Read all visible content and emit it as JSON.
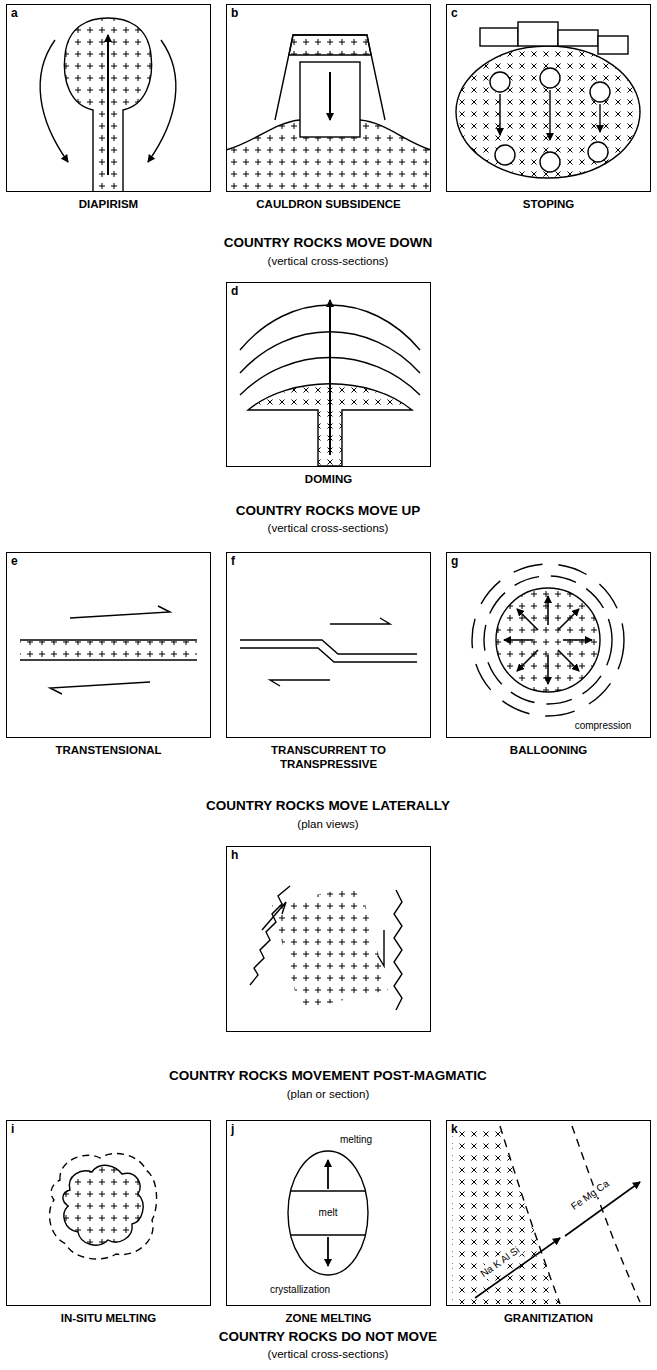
{
  "diagram": {
    "nodes": [
      {
        "text": [
          "a",
          "DIAPIRISM"
        ]
      },
      {
        "text": [
          "b",
          "CAULDRON SUBSIDENCE"
        ]
      },
      {
        "text": [
          "c",
          "STOPING"
        ]
      },
      {
        "text": [
          "d",
          "DOMING"
        ]
      },
      {
        "text": [
          "e",
          "TRANSTENSIONAL"
        ]
      },
      {
        "text": [
          "f",
          "TRANSCURRENT TO TRANSPRESSIVE"
        ]
      },
      {
        "text": [
          "g",
          "BALLOONING"
        ]
      },
      {
        "text": [
          "h"
        ]
      },
      {
        "text": [
          "i",
          "IN-SITU MELTING"
        ]
      },
      {
        "text": [
          "j",
          "ZONE MELTING"
        ]
      },
      {
        "text": [
          "k",
          "GRANITIZATION"
        ]
      }
    ],
    "labels": [
      "COUNTRY ROCKS MOVE DOWN",
      "(vertical cross-sections)",
      "COUNTRY ROCKS MOVE UP",
      "(vertical cross-sections)",
      "compression",
      "COUNTRY ROCKS MOVE LATERALLY",
      "(plan views)",
      "COUNTRY ROCKS MOVEMENT POST-MAGMATIC",
      "(plan or section)",
      "melting",
      "melt",
      "crystallization",
      "Na K Al Si",
      "Fe Mg Ca",
      "COUNTRY ROCKS DO NOT MOVE",
      "(vertical cross-sections)"
    ]
  }
}
